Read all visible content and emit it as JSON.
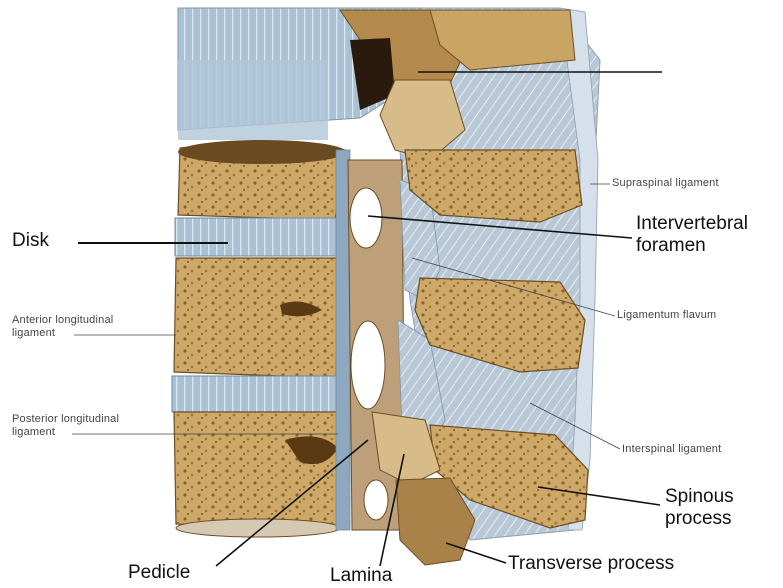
{
  "labels": {
    "disk": "Disk",
    "anterior_longitudinal_ligament": "Anterior longitudinal\nligament",
    "posterior_longitudinal_ligament": "Posterior longitudinal\nligament",
    "supraspinal_ligament": "Supraspinal ligament",
    "intervertebral_foramen": "Intervertebral\nforamen",
    "ligamentum_flavum": "Ligamentum flavum",
    "interspinal_ligament": "Interspinal ligament",
    "spinous_process": "Spinous\nprocess",
    "transverse_process": "Transverse process",
    "pedicle": "Pedicle",
    "lamina": "Lamina"
  },
  "colors": {
    "bone": "#c9a463",
    "bone_pores": "#8a6424",
    "disk": "#8fb3cf",
    "ligament": "#b9c7d4",
    "leader_line": "#111111"
  }
}
